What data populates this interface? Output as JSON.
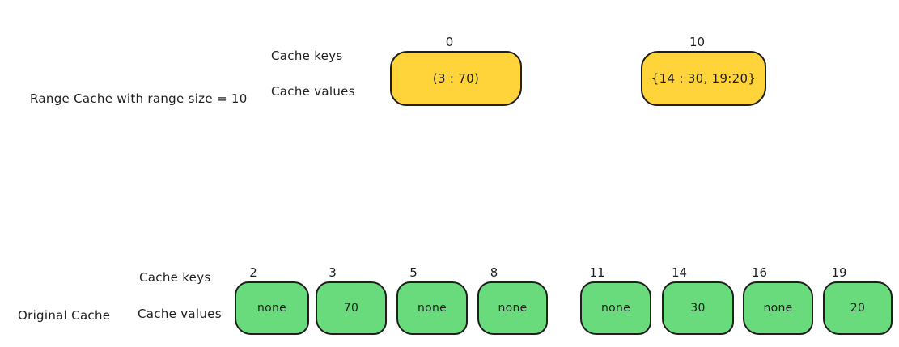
{
  "range_cache": {
    "title": "Range Cache with range size = 10",
    "keys_label": "Cache keys",
    "values_label": "Cache values",
    "entries": [
      {
        "key": "0",
        "value": "(3 : 70)"
      },
      {
        "key": "10",
        "value": "{14 : 30, 19:20}"
      }
    ]
  },
  "original_cache": {
    "title": "Original Cache",
    "keys_label": "Cache keys",
    "values_label": "Cache values",
    "entries": [
      {
        "key": "2",
        "value": "none"
      },
      {
        "key": "3",
        "value": "70"
      },
      {
        "key": "5",
        "value": "none"
      },
      {
        "key": "8",
        "value": "none"
      },
      {
        "key": "11",
        "value": "none"
      },
      {
        "key": "14",
        "value": "30"
      },
      {
        "key": "16",
        "value": "none"
      },
      {
        "key": "19",
        "value": "20"
      }
    ]
  },
  "colors": {
    "range_cache_box": "#ffd43b",
    "original_cache_box": "#69db7c",
    "stroke": "#1e1e1e",
    "canvas_bg": "#ffffff"
  }
}
